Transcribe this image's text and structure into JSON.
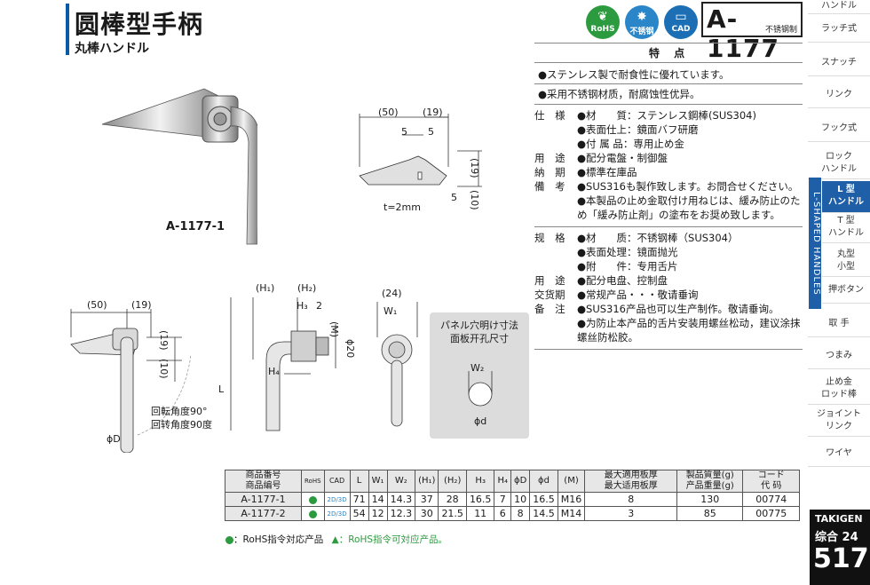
{
  "header": {
    "title": "圆棒型手柄",
    "subtitle": "丸棒ハンドル",
    "model_no": "A-1177",
    "model_sub": "不锈钢制",
    "badges": [
      {
        "label": "RoHS",
        "color": "#2c9b3f",
        "icon": "leaf-icon"
      },
      {
        "label": "不锈钢",
        "color": "#2a86c9",
        "icon": "stainless-icon"
      },
      {
        "label": "CAD",
        "color": "#1d6fb5",
        "icon": "cad-file-icon"
      }
    ]
  },
  "nav": {
    "items": [
      "ハンドル",
      "ラッチ式",
      "スナッチ",
      "リンク",
      "フック式",
      "ロック\nハンドル",
      "L 型\nハンドル",
      "T 型\nハンドル",
      "丸型\n小型",
      "押ボタン",
      "取 手",
      "つまみ",
      "止め金\nロッド棒",
      "ジョイント\nリンク",
      "ワイヤ"
    ],
    "vertical_label": "L-SHAPED HANDLES",
    "brand": "TAKIGEN",
    "catalog": "综合 24",
    "page": "517"
  },
  "features": {
    "heading": "特 点",
    "bullets": [
      "●ステンレス製で耐食性に優れています。",
      "●采用不锈钢材质，耐腐蚀性优异。"
    ],
    "spec_jp": [
      {
        "label": "仕 様",
        "lines": [
          "●材　　質：ステンレス鋼棒(SUS304)",
          "●表面仕上：鏡面バフ研磨",
          "●付 属 品：専用止め金"
        ]
      },
      {
        "label": "用 途",
        "lines": [
          "●配分電盤・制御盤"
        ]
      },
      {
        "label": "納 期",
        "lines": [
          "●標準在庫品"
        ]
      },
      {
        "label": "備 考",
        "lines": [
          "●SUS316も製作致します。お問合せください。",
          "●本製品の止め金取付け用ねじは、緩み防止のため「緩み防止剤」の塗布をお奨め致します。"
        ]
      }
    ],
    "spec_cn": [
      {
        "label": "规 格",
        "lines": [
          "●材　　质：不锈钢棒（SUS304）",
          "●表面处理：镜面抛光",
          "●附　　件：专用舌片"
        ]
      },
      {
        "label": "用 途",
        "lines": [
          "●配分电盘、控制盘"
        ]
      },
      {
        "label": "交货期",
        "lines": [
          "●常规产品・・・敬请垂询"
        ]
      },
      {
        "label": "备 注",
        "lines": [
          "●SUS316产品也可以生产制作。敬请垂询。",
          "●为防止本产品的舌片安装用螺丝松动，建议涂抹螺丝防松胶。"
        ]
      }
    ]
  },
  "figures": {
    "product_label": "A-1177-1",
    "plate_dims": {
      "d50": "(50)",
      "d19": "(19)",
      "d5a": "5",
      "d5b": "5",
      "v19": "(19)",
      "v5": "5",
      "v10": "(10)",
      "thickness": "t=2mm"
    },
    "front_dims": {
      "d50": "(50)",
      "d19": "(19)",
      "v19": "(19)",
      "v10": "(10)",
      "rot_jp": "回転角度90°",
      "rot_cn": "回转角度90度",
      "phiD": "ϕD"
    },
    "side_dims": {
      "h1": "(H₁)",
      "h2": "(H₂)",
      "h3": "H₃",
      "two": "2",
      "m": "(M)",
      "phi20": "ϕ20",
      "h4": "H₄",
      "L": "L"
    },
    "end_dims": {
      "d24": "(24)",
      "w1": "W₁"
    },
    "panel": {
      "title_jp": "パネル穴明け寸法",
      "title_cn": "面板开孔尺寸",
      "w2": "W₂",
      "phid": "ϕd"
    }
  },
  "table": {
    "headers": [
      "商品番号\n商品编号",
      "RoHS",
      "CAD",
      "L",
      "W₁",
      "W₂",
      "(H₁)",
      "(H₂)",
      "H₃",
      "H₄",
      "ϕD",
      "ϕd",
      "(M)",
      "最大適用板厚\n最大适用板厚",
      "製品質量(g)\n产品重量(g)",
      "コード\n代 码"
    ],
    "rows": [
      {
        "model": "A-1177-1",
        "cad": "2D/3D",
        "values": [
          "71",
          "14",
          "14.3",
          "37",
          "28",
          "16.5",
          "7",
          "10",
          "16.5",
          "M16",
          "8",
          "130",
          "00774"
        ]
      },
      {
        "model": "A-1177-2",
        "cad": "2D/3D",
        "values": [
          "54",
          "12",
          "12.3",
          "30",
          "21.5",
          "11",
          "6",
          "8",
          "14.5",
          "M14",
          "3",
          "85",
          "00775"
        ]
      }
    ],
    "legend": [
      "：RoHS指令対応产品",
      "▲：RoHS指令可対应产品。"
    ]
  },
  "colors": {
    "accent": "#1e5fa8",
    "rohs": "#2c9b3f",
    "header_bar": "#0b5aa8"
  }
}
